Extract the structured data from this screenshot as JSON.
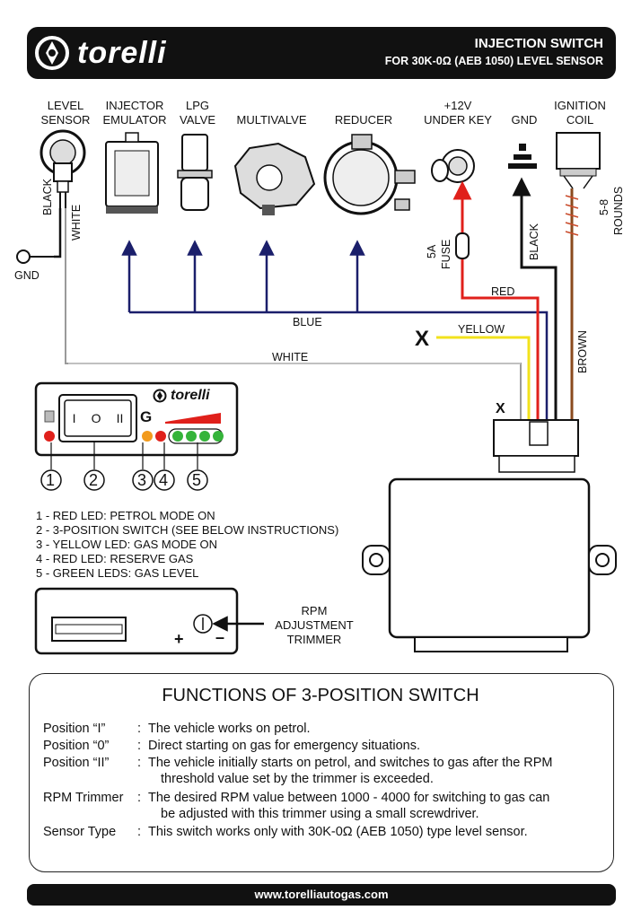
{
  "header": {
    "brand": "torelli",
    "title": "INJECTION SWITCH",
    "subtitle": "FOR 30K-0Ω (AEB 1050) LEVEL SENSOR"
  },
  "components": [
    {
      "line1": "LEVEL",
      "line2": "SENSOR"
    },
    {
      "line1": "INJECTOR",
      "line2": "EMULATOR"
    },
    {
      "line1": "LPG",
      "line2": "VALVE"
    },
    {
      "line1": "",
      "line2": "MULTIVALVE"
    },
    {
      "line1": "",
      "line2": "REDUCER"
    },
    {
      "line1": "+12V",
      "line2": "UNDER KEY"
    },
    {
      "line1": "",
      "line2": "GND"
    },
    {
      "line1": "IGNITION",
      "line2": "COIL"
    }
  ],
  "wires": {
    "black": "BLACK",
    "white": "WHITE",
    "gnd": "GND",
    "blue": "BLUE",
    "white_long": "WHITE",
    "yellow": "YELLOW",
    "red": "RED",
    "black_gnd": "BLACK",
    "brown": "BROWN",
    "x_mark": "X",
    "x_mark_small": "X",
    "fuse_line1": "5A",
    "fuse_line2": "FUSE",
    "rounds_line1": "5-8",
    "rounds_line2": "ROUNDS"
  },
  "panel": {
    "brand": "torelli",
    "switch_left": "I",
    "switch_mid": "O",
    "switch_right": "II",
    "gas_letter": "G",
    "callouts": [
      "1",
      "2",
      "3",
      "4",
      "5"
    ]
  },
  "legend": [
    "1 - RED LED: PETROL MODE ON",
    "2 - 3-POSITION SWITCH (SEE BELOW INSTRUCTIONS)",
    "3 - YELLOW LED: GAS MODE ON",
    "4 - RED LED: RESERVE GAS",
    "5 - GREEN LEDS: GAS LEVEL"
  ],
  "trimmer": {
    "plus": "+",
    "minus": "–",
    "label_line1": "RPM",
    "label_line2": "ADJUSTMENT",
    "label_line3": "TRIMMER"
  },
  "functions": {
    "title": "FUNCTIONS OF 3-POSITION SWITCH",
    "rows": [
      {
        "key": "Position “I”",
        "line1": "The vehicle works on petrol.",
        "line2": ""
      },
      {
        "key": "Position “0”",
        "line1": "Direct starting on gas for emergency situations.",
        "line2": ""
      },
      {
        "key": "Position “II”",
        "line1": "The vehicle initially starts on petrol, and switches to gas after the RPM",
        "line2": "threshold value set by the trimmer is exceeded."
      },
      {
        "key": "RPM Trimmer",
        "line1": "The desired RPM value between 1000 - 4000 for switching to gas can",
        "line2": "be adjusted with this trimmer using a small screwdriver."
      },
      {
        "key": "Sensor Type",
        "line1": "This switch works only with 30K-0Ω (AEB 1050) type level sensor.",
        "line2": ""
      }
    ]
  },
  "footer": {
    "url": "www.torelliautogas.com"
  },
  "colors": {
    "blue_wire": "#1b1f6b",
    "red_wire": "#e0201b",
    "yellow_wire": "#f2e21c",
    "brown_wire": "#8a4a1e",
    "white_wire": "#9a9a9a"
  }
}
